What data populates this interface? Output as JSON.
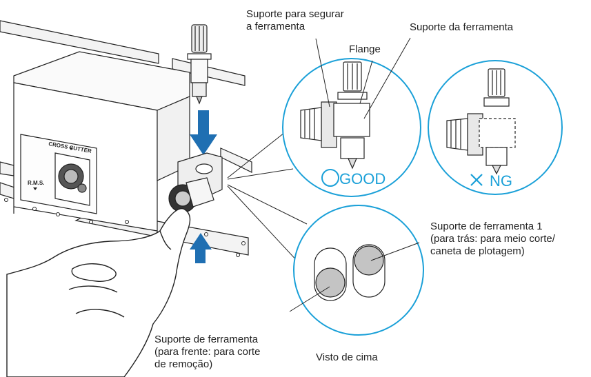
{
  "labels": {
    "holder_hold": "Suporte para segurar\na ferramenta",
    "tool_holder": "Suporte da ferramenta",
    "flange": "Flange",
    "good": "GOOD",
    "ng": "NG",
    "holder1": "Suporte de ferramenta 1\n(para trás: para meio corte/\ncaneta de plotagem)",
    "holder2": "Suporte de ferramenta\n(para frente: para corte\nde remoção)",
    "top_view": "Visto de cima",
    "cross_cutter": "CROSS CUTTER",
    "rms": "R.M.S."
  },
  "colors": {
    "accent": "#1aa0d8",
    "arrow": "#1f6fb2",
    "gray_dot": "#c4c4c4",
    "line": "#222222"
  },
  "icons": {
    "good_mark": "circle-o",
    "ng_mark": "x-mark",
    "push_arrow": "arrow-down",
    "lift_arrow": "arrow-up"
  }
}
